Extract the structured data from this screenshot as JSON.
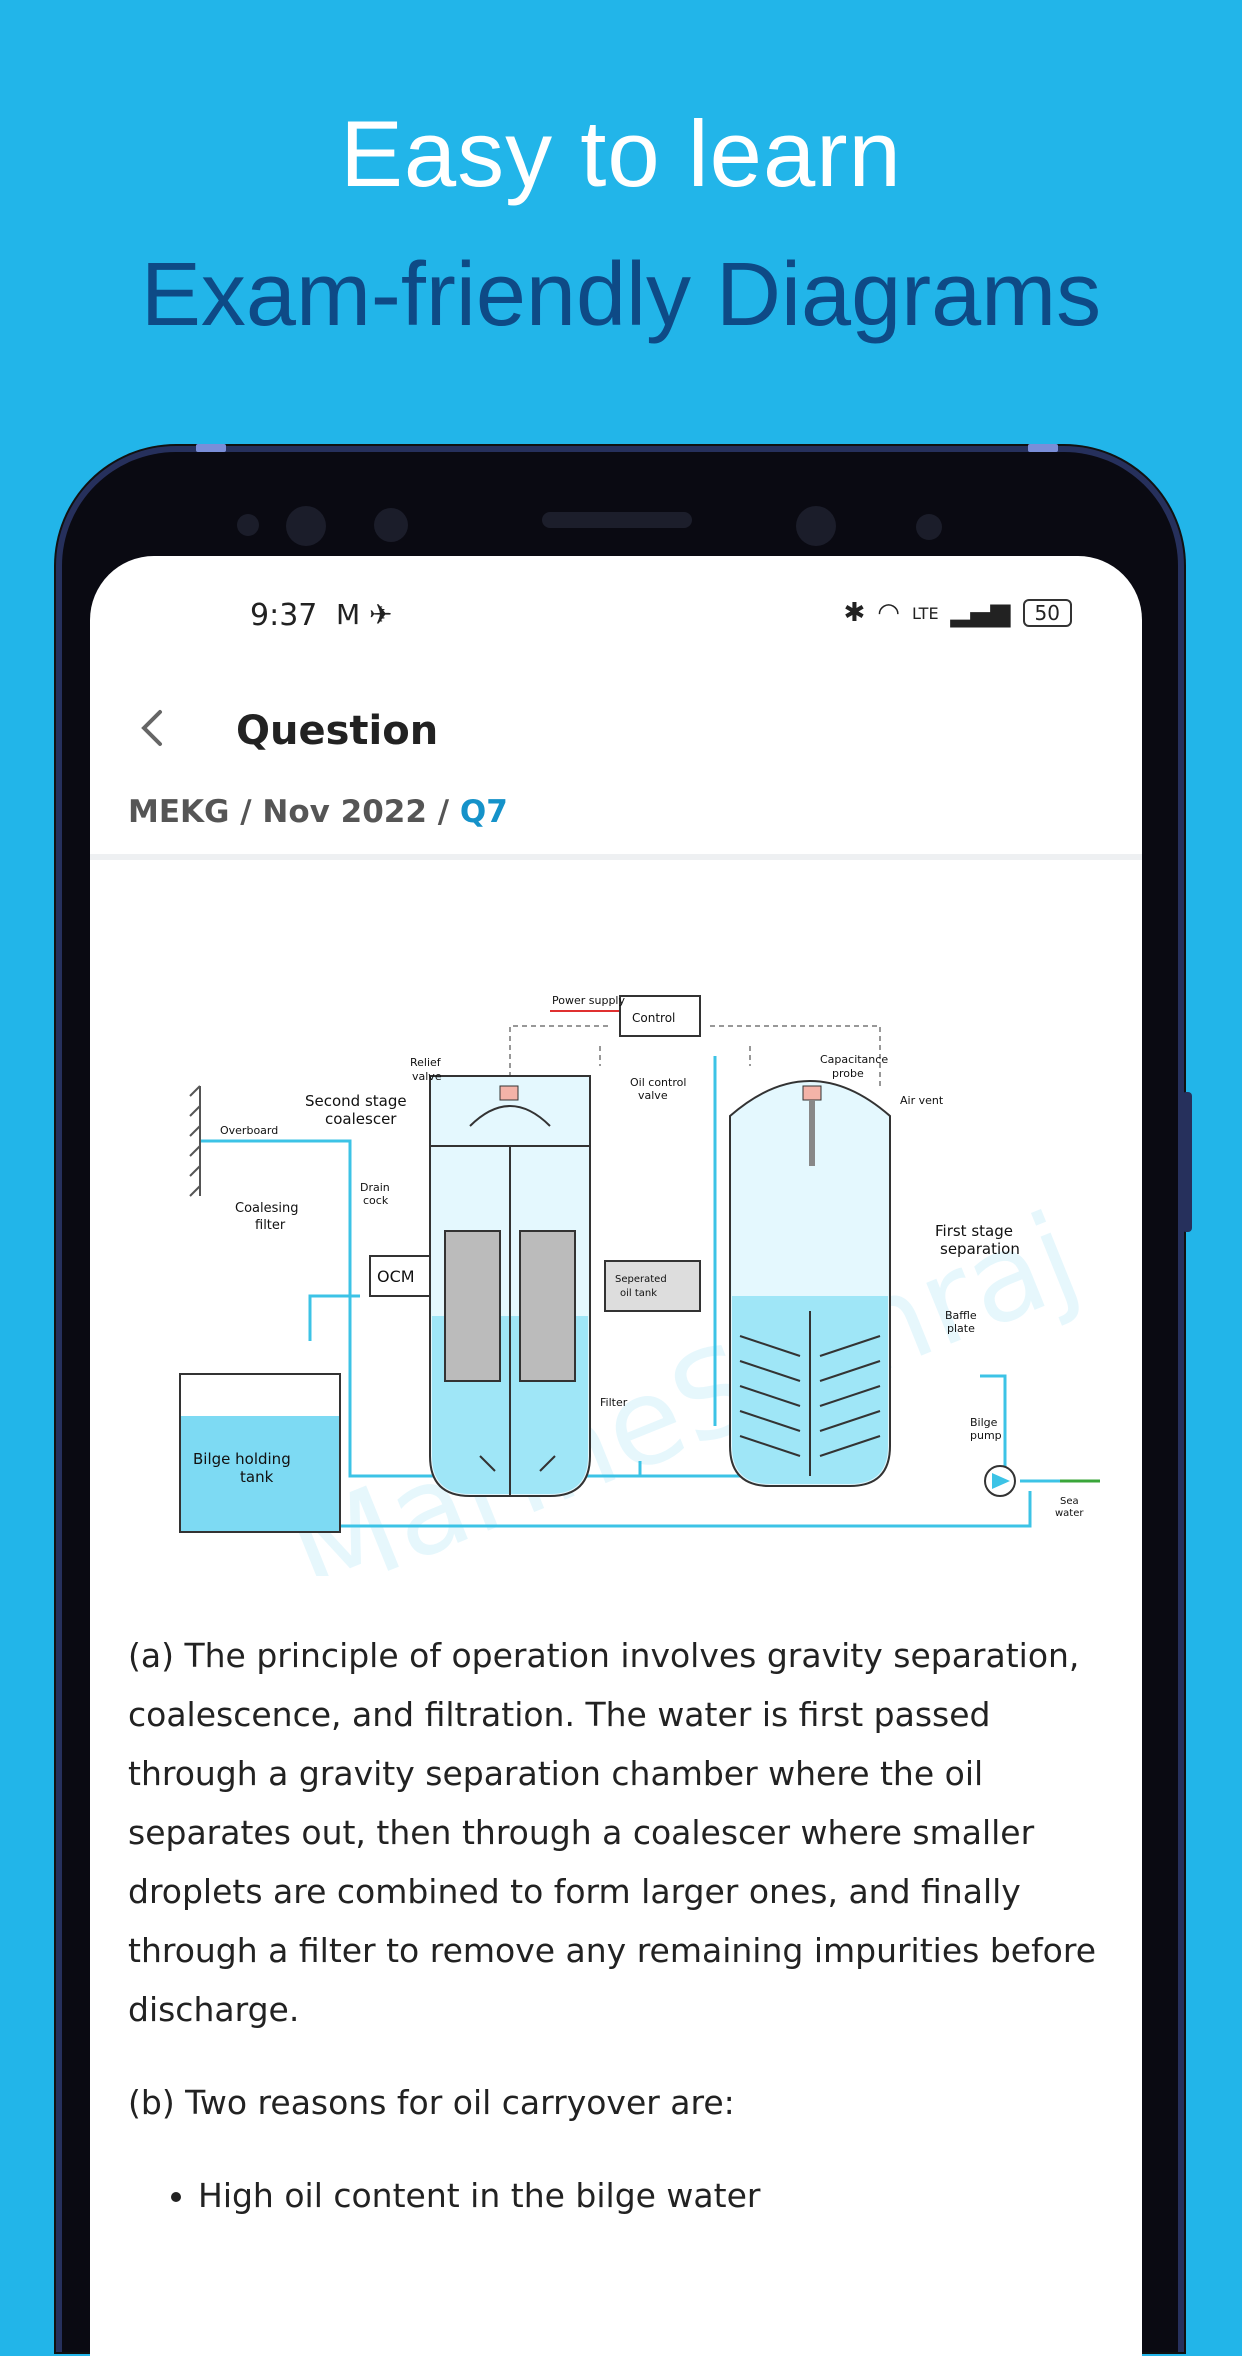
{
  "promo": {
    "line1": "Easy to learn",
    "line2": "Exam-friendly Diagrams"
  },
  "status_bar": {
    "time": "9:37",
    "left_icons": "M ✈",
    "signal": "LTE",
    "battery": "50"
  },
  "header": {
    "back_icon": "chevron-left-icon",
    "title": "Question"
  },
  "breadcrumb": {
    "part1": "MEKG",
    "sep": " / ",
    "part2": "Nov 2022",
    "part3": "Q7"
  },
  "diagram": {
    "watermark": "MarineSamraj",
    "labels": {
      "power_supply": "Power supply",
      "control": "Control",
      "relief_valve_1": "Relief",
      "relief_valve_2": "valve",
      "second_stage_1": "Second stage",
      "second_stage_2": "coalescer",
      "oil_control_1": "Oil control",
      "oil_control_2": "valve",
      "cap_probe_1": "Capacitance",
      "cap_probe_2": "probe",
      "air_vent": "Air vent",
      "overboard": "Overboard",
      "drain_1": "Drain",
      "drain_2": "cock",
      "coalesing_1": "Coalesing",
      "coalesing_2": "filter",
      "ocm": "OCM",
      "sep_oil_1": "Seperated",
      "sep_oil_2": "oil tank",
      "first_stage_1": "First stage",
      "first_stage_2": "separation",
      "baffle_1": "Baffle",
      "baffle_2": "plate",
      "filter": "Filter",
      "bilge_pump_1": "Bilge",
      "bilge_pump_2": "pump",
      "bilge_tank_1": "Bilge holding",
      "bilge_tank_2": "tank",
      "sea_1": "Sea",
      "sea_2": "water"
    }
  },
  "answer": {
    "para_a": "(a) The principle of operation involves gravity separation, coalescence, and filtration. The water is first passed through a gravity separation chamber where the oil separates out, then through a coalescer where smaller droplets are combined to form larger ones, and finally through a filter to remove any remaining impurities before discharge.",
    "para_b": "(b) Two reasons for oil carryover are:",
    "bullet_1": "High oil content in the bilge water"
  },
  "colors": {
    "background": "#22b5e9",
    "title_dark": "#0e4a86",
    "accent": "#1592c9",
    "pipe": "#3cc3e6",
    "liquid": "#c8eefa"
  }
}
